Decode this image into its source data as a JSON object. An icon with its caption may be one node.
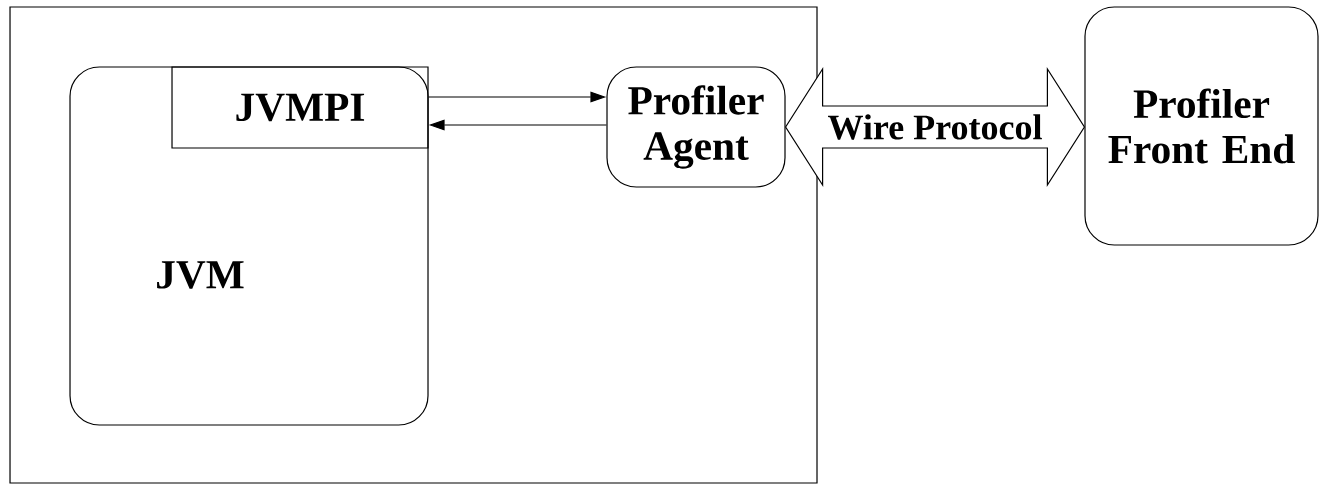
{
  "diagram": {
    "nodes": [
      {
        "text": [],
        "shape": "box"
      },
      {
        "text": [
          "JVM"
        ],
        "in": 0
      },
      {
        "text": [
          "JVMPI"
        ],
        "in": 1
      },
      {
        "text": [
          "Profiler Agent"
        ],
        "in": 0
      },
      {
        "text": [
          "Profiler Front End"
        ]
      }
    ],
    "edges": [
      {
        "from": 2,
        "to": 3,
        "arrow": "to"
      },
      {
        "from": 3,
        "to": 2,
        "arrow": "to"
      },
      {
        "from": 3,
        "to": 4,
        "arrow": "both",
        "label": "Wire Protocol",
        "style": "thick"
      }
    ]
  }
}
